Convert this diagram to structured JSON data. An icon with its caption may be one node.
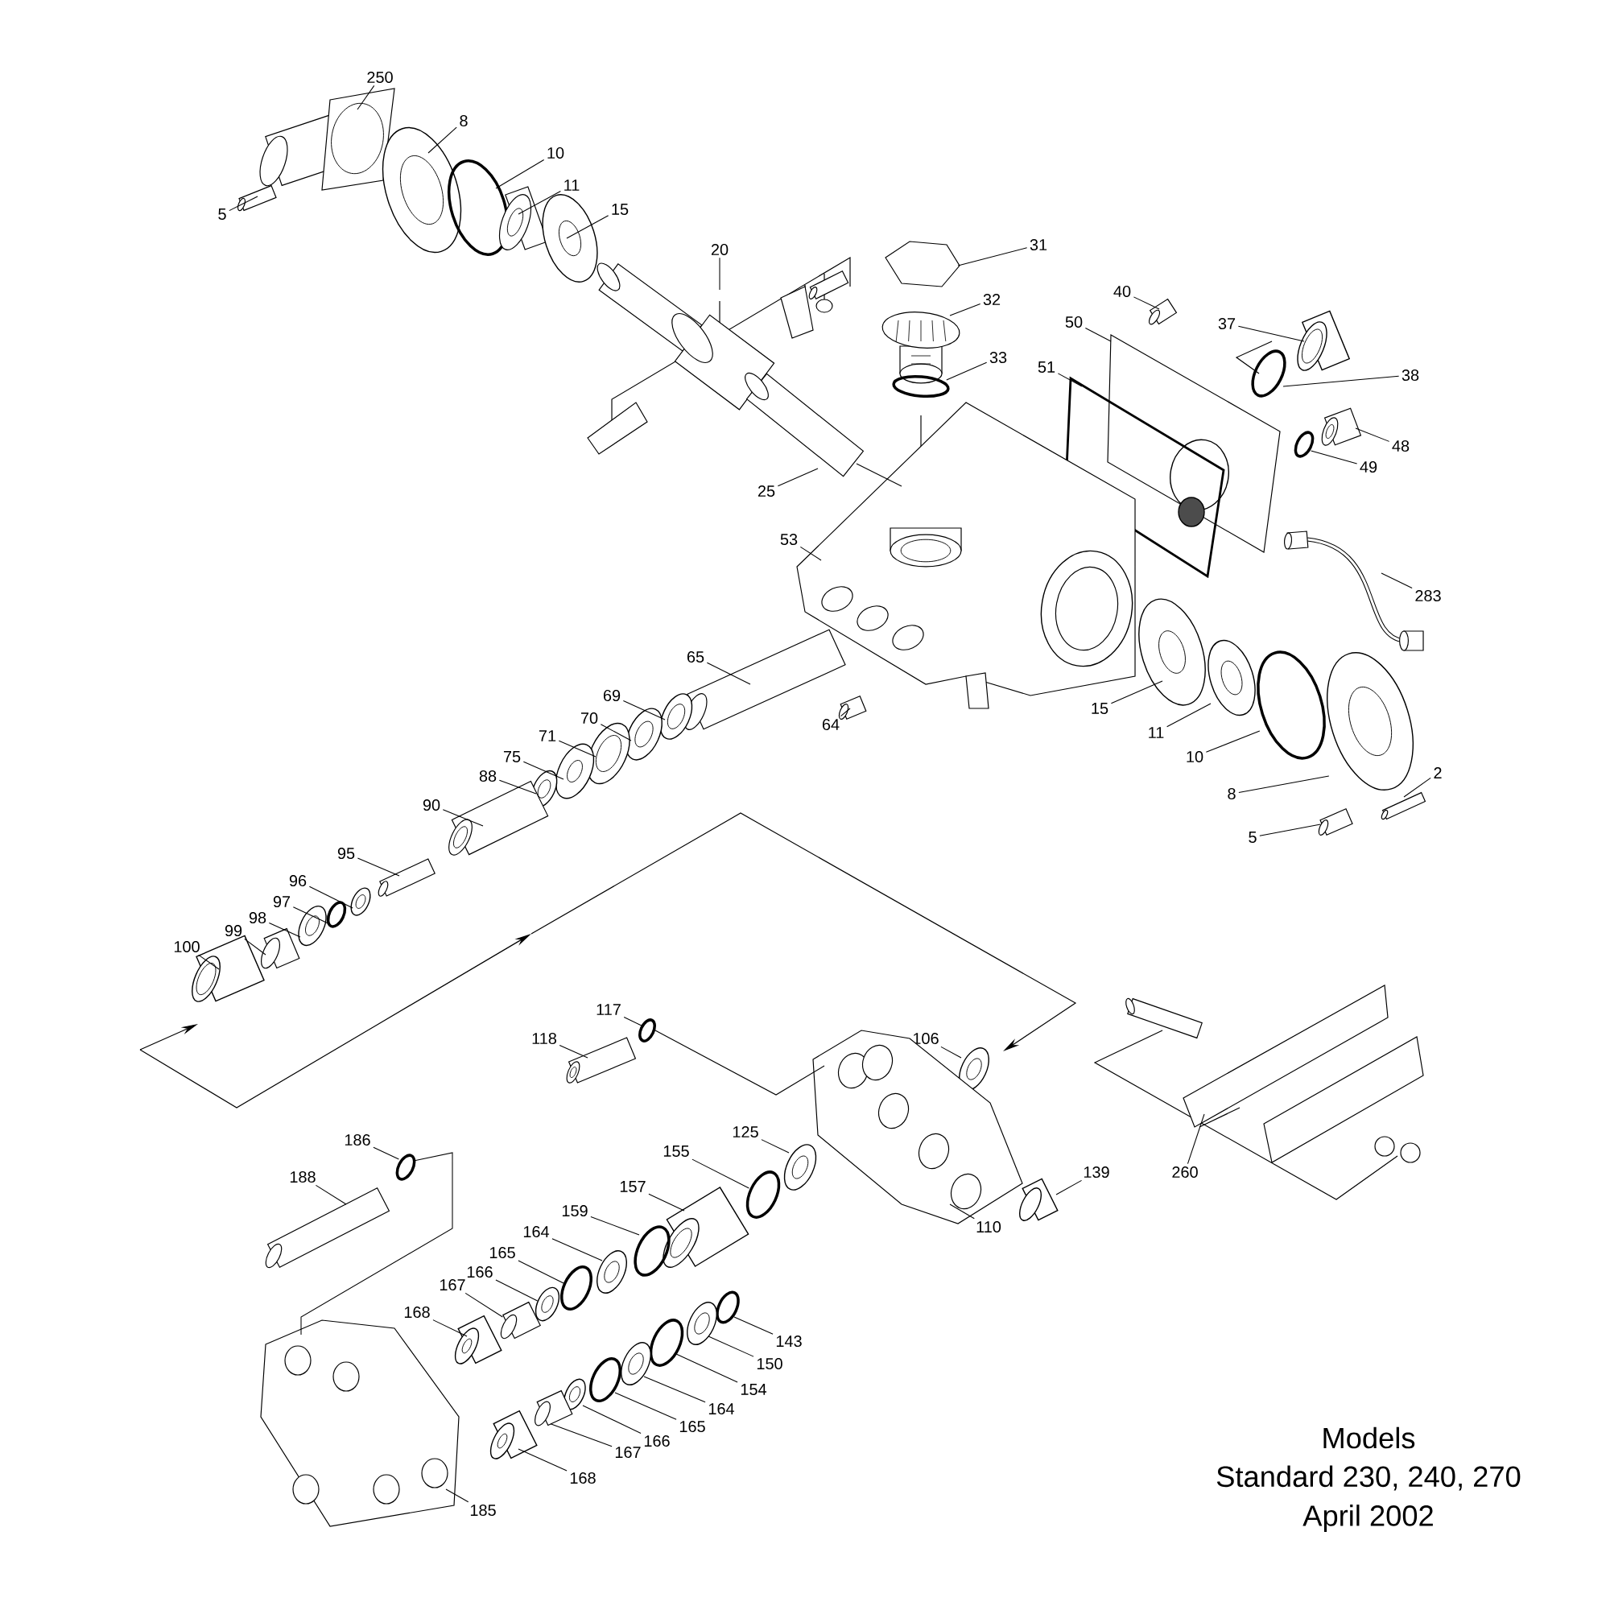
{
  "diagram": {
    "nodes": [
      {
        "text": [
          "250"
        ]
      },
      {
        "text": [
          "8"
        ]
      },
      {
        "text": [
          "10"
        ]
      },
      {
        "text": [
          "11"
        ]
      },
      {
        "text": [
          "15"
        ]
      },
      {
        "text": [
          "5"
        ]
      },
      {
        "text": [
          "20"
        ]
      },
      {
        "text": [
          "25"
        ]
      },
      {
        "text": [
          "31"
        ]
      },
      {
        "text": [
          "32"
        ]
      },
      {
        "text": [
          "33"
        ]
      },
      {
        "text": [
          "40"
        ]
      },
      {
        "text": [
          "50"
        ]
      },
      {
        "text": [
          "51"
        ]
      },
      {
        "text": [
          "37"
        ]
      },
      {
        "text": [
          "38"
        ]
      },
      {
        "text": [
          "48"
        ]
      },
      {
        "text": [
          "49"
        ]
      },
      {
        "text": [
          "53"
        ]
      },
      {
        "text": [
          "283"
        ]
      },
      {
        "text": [
          "65"
        ]
      },
      {
        "text": [
          "69"
        ]
      },
      {
        "text": [
          "70"
        ]
      },
      {
        "text": [
          "71"
        ]
      },
      {
        "text": [
          "75"
        ]
      },
      {
        "text": [
          "64"
        ]
      },
      {
        "text": [
          "15"
        ]
      },
      {
        "text": [
          "11"
        ]
      },
      {
        "text": [
          "10"
        ]
      },
      {
        "text": [
          "8"
        ]
      },
      {
        "text": [
          "2"
        ]
      },
      {
        "text": [
          "5"
        ]
      },
      {
        "text": [
          "88"
        ]
      },
      {
        "text": [
          "90"
        ]
      },
      {
        "text": [
          "95"
        ]
      },
      {
        "text": [
          "96"
        ]
      },
      {
        "text": [
          "97"
        ]
      },
      {
        "text": [
          "98"
        ]
      },
      {
        "text": [
          "99"
        ]
      },
      {
        "text": [
          "100"
        ]
      },
      {
        "text": [
          "117"
        ]
      },
      {
        "text": [
          "118"
        ]
      },
      {
        "text": [
          "106"
        ]
      },
      {
        "text": [
          "125"
        ]
      },
      {
        "text": [
          "155"
        ]
      },
      {
        "text": [
          "157"
        ]
      },
      {
        "text": [
          "139"
        ]
      },
      {
        "text": [
          "110"
        ]
      },
      {
        "text": [
          "260"
        ]
      },
      {
        "text": [
          "186"
        ]
      },
      {
        "text": [
          "188"
        ]
      },
      {
        "text": [
          "159"
        ]
      },
      {
        "text": [
          "164"
        ]
      },
      {
        "text": [
          "165"
        ]
      },
      {
        "text": [
          "166"
        ]
      },
      {
        "text": [
          "167"
        ]
      },
      {
        "text": [
          "168"
        ]
      },
      {
        "text": [
          "143"
        ]
      },
      {
        "text": [
          "150"
        ]
      },
      {
        "text": [
          "154"
        ]
      },
      {
        "text": [
          "164"
        ]
      },
      {
        "text": [
          "165"
        ]
      },
      {
        "text": [
          "166"
        ]
      },
      {
        "text": [
          "167"
        ]
      },
      {
        "text": [
          "168"
        ]
      },
      {
        "text": [
          "185"
        ]
      },
      {
        "text": [],
        "shape": "picture"
      },
      {
        "text": [],
        "shape": "picture"
      },
      {
        "text": [],
        "shape": "circle"
      },
      {
        "text": [],
        "shape": "picture"
      },
      {
        "text": [],
        "shape": "picture"
      },
      {
        "text": [],
        "shape": "picture"
      },
      {
        "text": [],
        "shape": "picture"
      },
      {
        "text": [],
        "shape": "picture"
      },
      {
        "text": [],
        "shape": "picture"
      },
      {
        "text": [],
        "shape": "picture"
      },
      {
        "text": [],
        "shape": "circle"
      },
      {
        "text": [],
        "shape": "picture"
      },
      {
        "text": [],
        "shape": "picture"
      },
      {
        "text": [],
        "shape": "picture"
      },
      {
        "text": [],
        "shape": "picture"
      },
      {
        "text": [],
        "shape": "circle"
      },
      {
        "text": [],
        "shape": "picture"
      },
      {
        "text": [],
        "shape": "circle"
      },
      {
        "text": [],
        "shape": "picture"
      },
      {
        "text": [],
        "shape": "picture"
      },
      {
        "text": [],
        "shape": "picture"
      },
      {
        "text": [],
        "shape": "picture"
      },
      {
        "text": [],
        "shape": "picture"
      },
      {
        "text": [],
        "shape": "picture"
      },
      {
        "text": [],
        "shape": "picture"
      },
      {
        "text": [],
        "shape": "picture"
      },
      {
        "text": [],
        "shape": "picture"
      },
      {
        "text": [],
        "shape": "picture"
      },
      {
        "text": [],
        "shape": "circle"
      },
      {
        "text": [],
        "shape": "picture"
      },
      {
        "text": [],
        "shape": "picture"
      },
      {
        "text": [],
        "shape": "picture"
      },
      {
        "text": [],
        "shape": "picture"
      },
      {
        "text": [],
        "shape": "picture"
      },
      {
        "text": [],
        "shape": "picture"
      },
      {
        "text": [],
        "shape": "picture"
      },
      {
        "text": [],
        "shape": "circle"
      },
      {
        "text": [],
        "shape": "picture"
      },
      {
        "text": [],
        "shape": "picture"
      },
      {
        "text": [],
        "shape": "picture"
      },
      {
        "text": [],
        "shape": "circle"
      },
      {
        "text": [],
        "shape": "picture"
      },
      {
        "text": [],
        "shape": "picture"
      },
      {
        "text": [],
        "shape": "picture"
      },
      {
        "text": [],
        "shape": "circle"
      },
      {
        "text": [],
        "shape": "picture"
      },
      {
        "text": [],
        "shape": "picture"
      },
      {
        "text": [],
        "shape": "picture"
      },
      {
        "text": [],
        "shape": "picture"
      },
      {
        "text": [],
        "shape": "circle"
      },
      {
        "text": [],
        "shape": "picture"
      },
      {
        "text": [],
        "shape": "circle"
      },
      {
        "text": [],
        "shape": "picture"
      },
      {
        "text": [],
        "shape": "circle"
      },
      {
        "text": [],
        "shape": "picture"
      },
      {
        "text": [],
        "shape": "picture"
      },
      {
        "text": [],
        "shape": "picture"
      },
      {
        "text": [],
        "shape": "circle"
      },
      {
        "text": [],
        "shape": "picture"
      },
      {
        "text": [],
        "shape": "circle"
      },
      {
        "text": [],
        "shape": "picture"
      },
      {
        "text": [],
        "shape": "circle"
      },
      {
        "text": [],
        "shape": "picture"
      },
      {
        "text": [],
        "shape": "picture"
      },
      {
        "text": [],
        "shape": "picture"
      },
      {
        "text": [],
        "shape": "picture"
      }
    ],
    "edges": [
      {
        "from": 0,
        "to": 66,
        "arrow": "none"
      },
      {
        "from": 1,
        "to": 67,
        "arrow": "none"
      },
      {
        "from": 2,
        "to": 68,
        "arrow": "none"
      },
      {
        "from": 3,
        "to": 69,
        "arrow": "none"
      },
      {
        "from": 4,
        "to": 70,
        "arrow": "none"
      },
      {
        "from": 5,
        "to": 71,
        "arrow": "none"
      },
      {
        "from": 6,
        "to": 72,
        "arrow": "none"
      },
      {
        "from": 7,
        "to": 73,
        "arrow": "none"
      },
      {
        "from": 8,
        "to": 74,
        "arrow": "none"
      },
      {
        "from": 9,
        "to": 75,
        "arrow": "none"
      },
      {
        "from": 10,
        "to": 76,
        "arrow": "none"
      },
      {
        "from": 11,
        "to": 77,
        "arrow": "none"
      },
      {
        "from": 12,
        "to": 78,
        "arrow": "none"
      },
      {
        "from": 13,
        "to": 79,
        "arrow": "none"
      },
      {
        "from": 14,
        "to": 80,
        "arrow": "none"
      },
      {
        "from": 15,
        "to": 81,
        "arrow": "none"
      },
      {
        "from": 16,
        "to": 82,
        "arrow": "none"
      },
      {
        "from": 17,
        "to": 83,
        "arrow": "none"
      },
      {
        "from": 18,
        "to": 84,
        "arrow": "none"
      },
      {
        "from": 19,
        "to": 85,
        "arrow": "none"
      },
      {
        "from": 20,
        "to": 86,
        "arrow": "none"
      },
      {
        "from": 21,
        "to": 87,
        "arrow": "none"
      },
      {
        "from": 22,
        "to": 88,
        "arrow": "none"
      },
      {
        "from": 23,
        "to": 89,
        "arrow": "none"
      },
      {
        "from": 24,
        "to": 90,
        "arrow": "none"
      },
      {
        "from": 25,
        "to": 91,
        "arrow": "none"
      },
      {
        "from": 26,
        "to": 92,
        "arrow": "none"
      },
      {
        "from": 27,
        "to": 93,
        "arrow": "none"
      },
      {
        "from": 28,
        "to": 94,
        "arrow": "none"
      },
      {
        "from": 29,
        "to": 95,
        "arrow": "none"
      },
      {
        "from": 30,
        "to": 96,
        "arrow": "none"
      },
      {
        "from": 31,
        "to": 97,
        "arrow": "none"
      },
      {
        "from": 32,
        "to": 98,
        "arrow": "none"
      },
      {
        "from": 33,
        "to": 99,
        "arrow": "none"
      },
      {
        "from": 34,
        "to": 100,
        "arrow": "none"
      },
      {
        "from": 35,
        "to": 101,
        "arrow": "none"
      },
      {
        "from": 36,
        "to": 102,
        "arrow": "none"
      },
      {
        "from": 37,
        "to": 103,
        "arrow": "none"
      },
      {
        "from": 38,
        "to": 104,
        "arrow": "none"
      },
      {
        "from": 39,
        "to": 105,
        "arrow": "none"
      },
      {
        "from": 40,
        "to": 106,
        "arrow": "none"
      },
      {
        "from": 41,
        "to": 107,
        "arrow": "none"
      },
      {
        "from": 42,
        "to": 108,
        "arrow": "none"
      },
      {
        "from": 43,
        "to": 109,
        "arrow": "none"
      },
      {
        "from": 44,
        "to": 110,
        "arrow": "none"
      },
      {
        "from": 45,
        "to": 111,
        "arrow": "none"
      },
      {
        "from": 46,
        "to": 112,
        "arrow": "none"
      },
      {
        "from": 47,
        "to": 113,
        "arrow": "none"
      },
      {
        "from": 48,
        "to": 114,
        "arrow": "none"
      },
      {
        "from": 49,
        "to": 115,
        "arrow": "none"
      },
      {
        "from": 50,
        "to": 116,
        "arrow": "none"
      },
      {
        "from": 51,
        "to": 117,
        "arrow": "none"
      },
      {
        "from": 52,
        "to": 118,
        "arrow": "none"
      },
      {
        "from": 53,
        "to": 119,
        "arrow": "none"
      },
      {
        "from": 54,
        "to": 120,
        "arrow": "none"
      },
      {
        "from": 55,
        "to": 121,
        "arrow": "none"
      },
      {
        "from": 56,
        "to": 122,
        "arrow": "none"
      },
      {
        "from": 57,
        "to": 123,
        "arrow": "none"
      },
      {
        "from": 58,
        "to": 124,
        "arrow": "none"
      },
      {
        "from": 59,
        "to": 125,
        "arrow": "none"
      },
      {
        "from": 60,
        "to": 126,
        "arrow": "none"
      },
      {
        "from": 61,
        "to": 127,
        "arrow": "none"
      },
      {
        "from": 62,
        "to": 128,
        "arrow": "none"
      },
      {
        "from": 63,
        "to": 129,
        "arrow": "none"
      },
      {
        "from": 64,
        "to": 130,
        "arrow": "none"
      },
      {
        "from": 65,
        "to": 131,
        "arrow": "none"
      },
      {
        "from": 73,
        "to": 84,
        "arrow": "none"
      },
      {
        "from": 106,
        "to": 113,
        "arrow": "none"
      },
      {
        "from": 115,
        "to": 131,
        "arrow": "none"
      }
    ],
    "labels": [
      "Models",
      "Standard 230, 240, 270",
      "April 2002"
    ]
  }
}
